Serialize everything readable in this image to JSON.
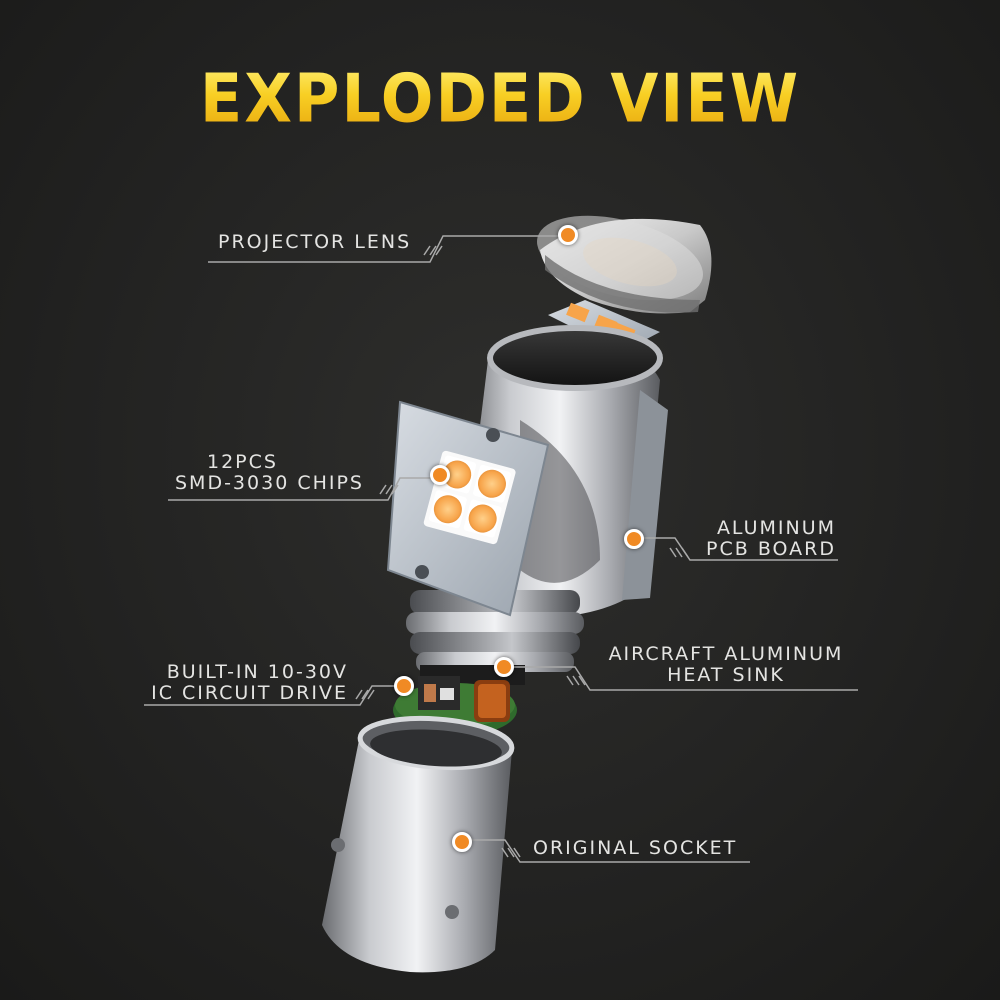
{
  "title": "EXPLODED VIEW",
  "callouts": {
    "projector_lens": "PROJECTOR LENS",
    "chips_line1": "12PCS",
    "chips_line2": "SMD-3030 CHIPS",
    "pcb_line1": "ALUMINUM",
    "pcb_line2": "PCB BOARD",
    "heatsink_line1": "AIRCRAFT ALUMINUM",
    "heatsink_line2": "HEAT SINK",
    "driver_line1": "BUILT-IN 10-30V",
    "driver_line2": "IC CIRCUIT DRIVE",
    "socket": "ORIGINAL SOCKET"
  },
  "colors": {
    "title_gold": "#f5c21b",
    "accent_orange": "#f08a24",
    "label_text": "#e4e4e2"
  }
}
